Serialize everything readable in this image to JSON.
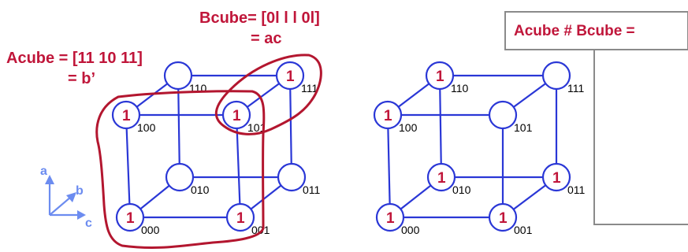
{
  "bcube": {
    "line1": "Bcube= [0l  l l  0l]",
    "line2": "= ac"
  },
  "acube": {
    "line1": "Acube = [11 10 11]",
    "line2": "= b’"
  },
  "result": {
    "label": "Acube # Bcube ="
  },
  "axes": {
    "a": "a",
    "b": "b",
    "c": "c"
  },
  "left_cube": {
    "nodes": [
      {
        "id": "000",
        "label": "000",
        "value": "1"
      },
      {
        "id": "001",
        "label": "001",
        "value": "1"
      },
      {
        "id": "010",
        "label": "010",
        "value": ""
      },
      {
        "id": "011",
        "label": "011",
        "value": ""
      },
      {
        "id": "100",
        "label": "100",
        "value": "1"
      },
      {
        "id": "101",
        "label": "101",
        "value": "1"
      },
      {
        "id": "110",
        "label": "110",
        "value": ""
      },
      {
        "id": "111",
        "label": "111",
        "value": "1"
      }
    ]
  },
  "right_cube": {
    "nodes": [
      {
        "id": "000",
        "label": "000",
        "value": "1"
      },
      {
        "id": "001",
        "label": "001",
        "value": "1"
      },
      {
        "id": "010",
        "label": "010",
        "value": "1"
      },
      {
        "id": "011",
        "label": "011",
        "value": "1"
      },
      {
        "id": "100",
        "label": "100",
        "value": "1"
      },
      {
        "id": "101",
        "label": "101",
        "value": ""
      },
      {
        "id": "110",
        "label": "110",
        "value": "1"
      },
      {
        "id": "111",
        "label": "111",
        "value": ""
      }
    ]
  },
  "colors": {
    "cube": "#2a37d6",
    "value": "#c0163a",
    "axis": "#6c8cf0"
  }
}
